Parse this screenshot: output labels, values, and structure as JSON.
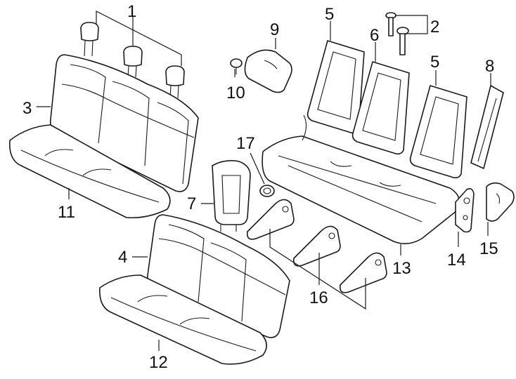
{
  "callouts": [
    {
      "id": "1",
      "label": "1"
    },
    {
      "id": "2",
      "label": "2"
    },
    {
      "id": "3",
      "label": "3"
    },
    {
      "id": "4",
      "label": "4"
    },
    {
      "id": "5a",
      "label": "5"
    },
    {
      "id": "5b",
      "label": "5"
    },
    {
      "id": "6",
      "label": "6"
    },
    {
      "id": "7",
      "label": "7"
    },
    {
      "id": "8",
      "label": "8"
    },
    {
      "id": "9",
      "label": "9"
    },
    {
      "id": "10",
      "label": "10"
    },
    {
      "id": "11",
      "label": "11"
    },
    {
      "id": "12",
      "label": "12"
    },
    {
      "id": "13",
      "label": "13"
    },
    {
      "id": "14",
      "label": "14"
    },
    {
      "id": "15",
      "label": "15"
    },
    {
      "id": "16",
      "label": "16"
    },
    {
      "id": "17",
      "label": "17"
    }
  ],
  "style": {
    "line_color": "#1a1a1a",
    "background": "#ffffff"
  }
}
